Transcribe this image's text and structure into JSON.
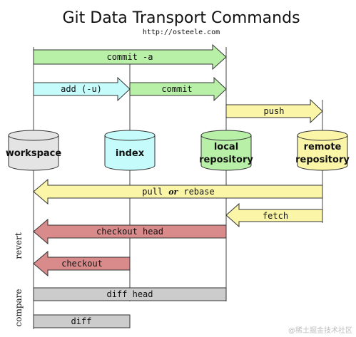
{
  "header": {
    "title": "Git Data Transport Commands",
    "subtitle": "http://osteele.com"
  },
  "stores": {
    "workspace": "workspace",
    "index": "index",
    "local_line1": "local",
    "local_line2": "repository",
    "remote_line1": "remote",
    "remote_line2": "repository"
  },
  "commands": {
    "commit_a": "commit -a",
    "add_u": "add (-u)",
    "commit": "commit",
    "push": "push",
    "pull_part1": "pull",
    "pull_or": "or",
    "pull_part2": "rebase",
    "fetch": "fetch",
    "checkout_head": "checkout head",
    "checkout": "checkout",
    "diff_head": "diff head",
    "diff": "diff"
  },
  "side_labels": {
    "revert": "revert",
    "compare": "compare"
  },
  "watermark": "@稀土掘金技术社区",
  "colors": {
    "green": "#b8f0a8",
    "cyan": "#c6fbfb",
    "yellow": "#fbf5a8",
    "red": "#d98b8b",
    "gray": "#cccccc",
    "workspace_store": "#e4e4e4",
    "index_store": "#c6fbfb",
    "local_store": "#b8f0a8",
    "remote_store": "#fbf5a8"
  }
}
